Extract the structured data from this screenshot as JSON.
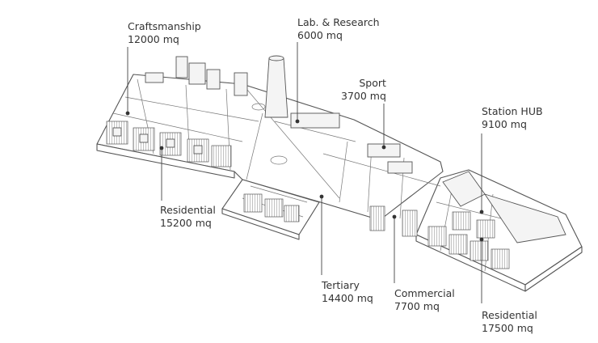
{
  "labels": [
    {
      "id": "craftsmanship",
      "name": "Craftsmanship",
      "area": "12000 mq"
    },
    {
      "id": "lab-research",
      "name": "Lab. & Research",
      "area": "6000 mq"
    },
    {
      "id": "sport",
      "name": "Sport",
      "area": "3700 mq"
    },
    {
      "id": "station-hub",
      "name": "Station HUB",
      "area": "9100 mq"
    },
    {
      "id": "residential-west",
      "name": "Residential",
      "area": "15200 mq"
    },
    {
      "id": "tertiary",
      "name": "Tertiary",
      "area": "14400 mq"
    },
    {
      "id": "commercial",
      "name": "Commercial",
      "area": "7700 mq"
    },
    {
      "id": "residential-east",
      "name": "Residential",
      "area": "17500 mq"
    }
  ]
}
